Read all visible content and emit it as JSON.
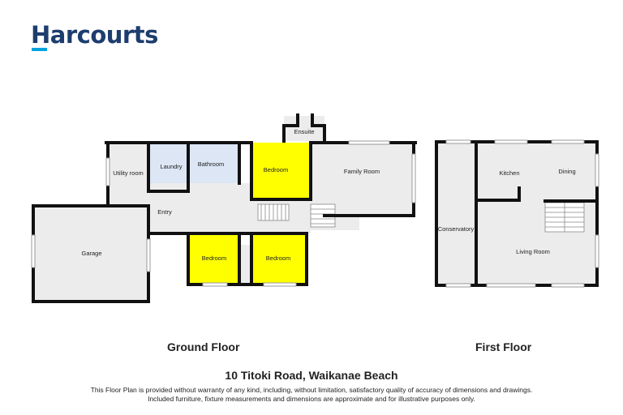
{
  "brand": {
    "name": "Harcourts",
    "accent_color": "#1d3d6e",
    "underline_color": "#00a3e0"
  },
  "ground_floor": {
    "label": "Ground Floor",
    "rooms": {
      "utility": "Utility room",
      "laundry": "Laundry",
      "bathroom": "Bathroom",
      "bedroom_top": "Bedroom",
      "ensuite": "Ensuite",
      "family": "Family Room",
      "entry": "Entry",
      "garage": "Garage",
      "bedroom_left": "Bedroom",
      "bedroom_right": "Bedroom"
    }
  },
  "first_floor": {
    "label": "First Floor",
    "rooms": {
      "conservatory": "Conservatory",
      "kitchen": "Kitchen",
      "dining": "Dining",
      "living": "Living Room"
    }
  },
  "address": "10 Titoki Road, Waikanae Beach",
  "disclaimer": [
    "This Floor Plan is provided without warranty of any kind, including, without limitation, satisfactory quality of accuracy of dimensions and drawings.",
    "Included furniture, fixture measurements and dimensions are approximate and for illustrative purposes only."
  ],
  "colors": {
    "bedroom": "#ffff00",
    "wet_room": "#dce6f5",
    "floor": "#ececec",
    "wall": "#111111"
  }
}
